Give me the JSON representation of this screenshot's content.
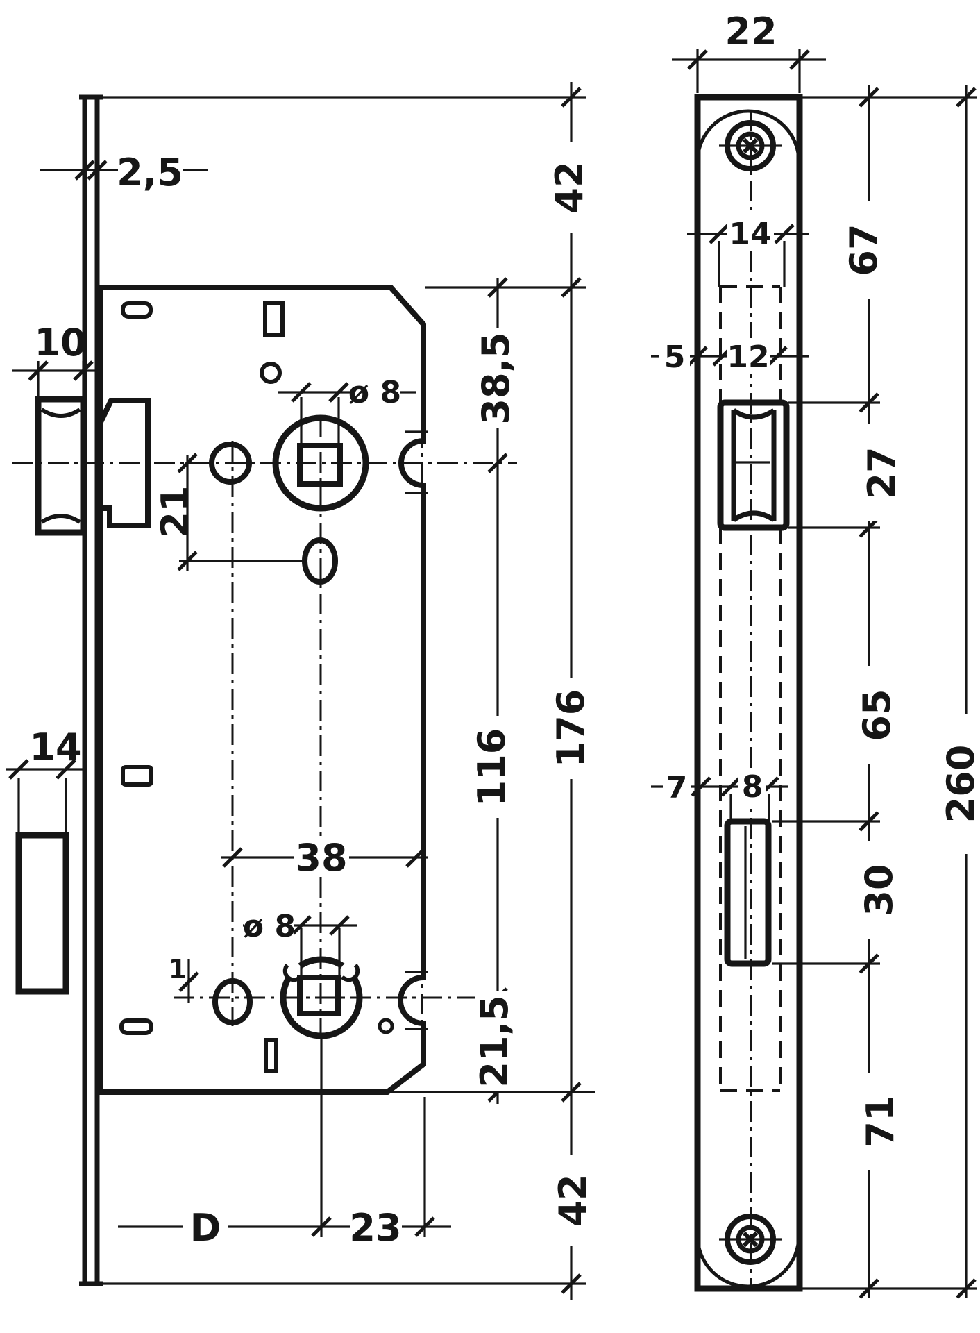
{
  "colors": {
    "ink": "#161616",
    "paper": "#ffffff"
  },
  "side_view": {
    "faceplate_thickness": "2,5",
    "latch_width": "10",
    "deadbolt_width": "14",
    "hole_offset": "21",
    "follower_upper_square": "ø 8",
    "follower_lower_square": "ø 8",
    "axis_spacing": "38",
    "micro_offset": "1",
    "backset_label": "D",
    "backset_to_edge": "23",
    "top_to_axis": "38,5",
    "axis_to_axis": "116",
    "axis_to_bottom": "21,5",
    "plate_above_case": "42",
    "case_height": "176",
    "plate_below_case": "42"
  },
  "front_view": {
    "plate_width": "22",
    "pocket_width": "14",
    "edge_offset": "5",
    "case_width": "12",
    "top_to_latch": "67",
    "latch_cutout_height": "27",
    "latch_to_deadbolt": "65",
    "deadbolt_edge_offset": "7",
    "deadbolt_cutout_width": "8",
    "deadbolt_cutout_height": "30",
    "deadbolt_to_bottom": "71",
    "plate_total_height": "260"
  }
}
